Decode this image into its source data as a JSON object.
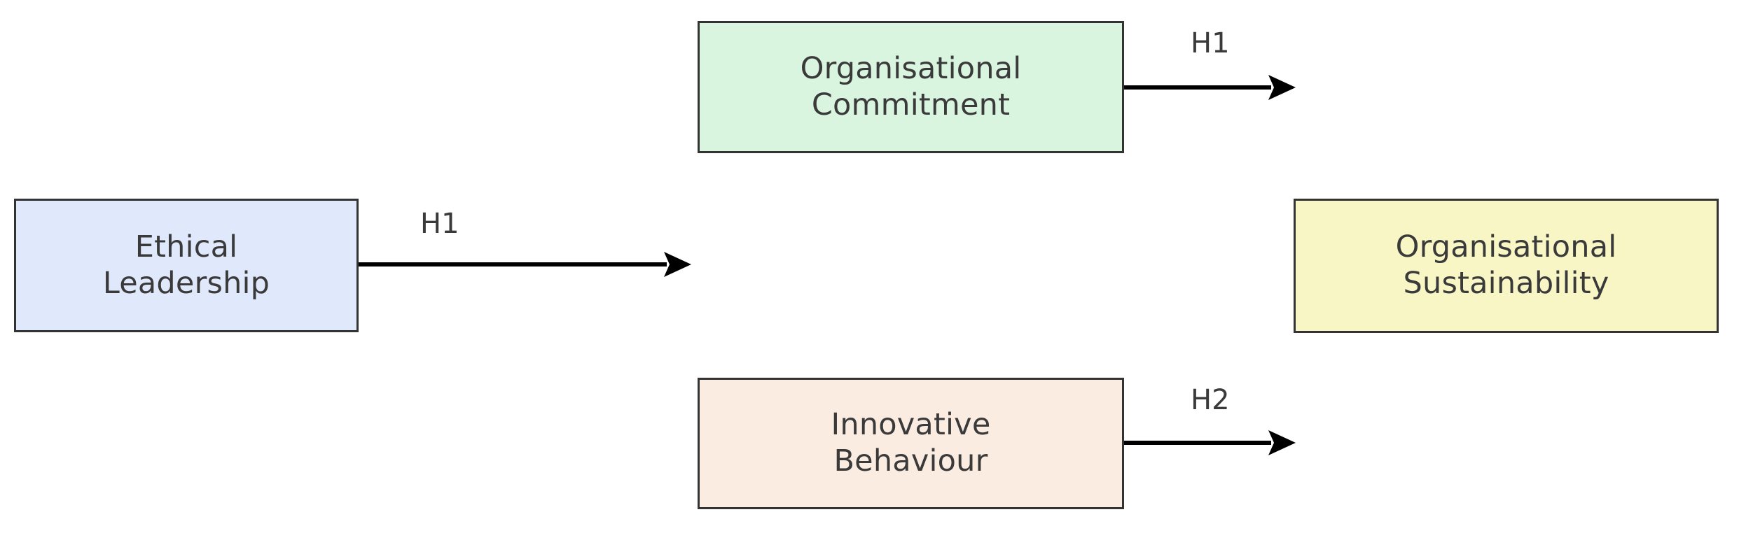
{
  "diagram": {
    "type": "conceptual-framework",
    "background_color": "#ffffff",
    "nodes": [
      {
        "id": "ethical-leadership",
        "label": "Ethical\nLeadership",
        "fill": "#dfe9fb",
        "border": "#333333"
      },
      {
        "id": "organisational-commitment",
        "label": "Organisational\nCommitment",
        "fill": "#d9f5e0",
        "border": "#333333"
      },
      {
        "id": "innovative-behaviour",
        "label": "Innovative\nBehaviour",
        "fill": "#fbece2",
        "border": "#333333"
      },
      {
        "id": "organisational-sustainability",
        "label": "Organisational\nSustainability",
        "fill": "#f9f6c5",
        "border": "#333333"
      }
    ],
    "edges": [
      {
        "id": "h1-mediator",
        "label": "H1",
        "from": "ethical-leadership",
        "to": "",
        "color": "#000000"
      },
      {
        "id": "h1-outcome",
        "label": "H1",
        "from": "organisational-commitment",
        "to": "",
        "color": "#000000"
      },
      {
        "id": "h2-outcome",
        "label": "H2",
        "from": "innovative-behaviour",
        "to": "",
        "color": "#000000"
      }
    ]
  }
}
